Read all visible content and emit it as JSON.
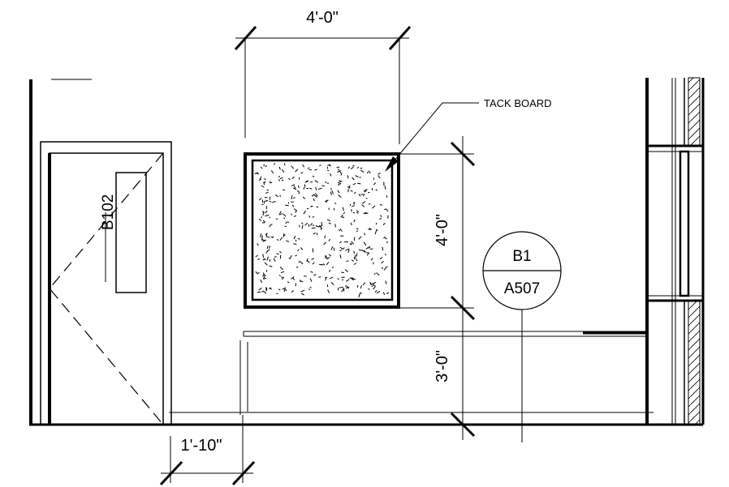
{
  "dimensions": {
    "tack_board_width": "4'-0\"",
    "tack_board_height": "4'-0\"",
    "counter_height": "3'-0\"",
    "door_offset": "1'-10\""
  },
  "callouts": {
    "tack_board": "TACK BOARD"
  },
  "door": {
    "tag": "B102"
  },
  "elevation_marker": {
    "detail": "B1",
    "sheet": "A507"
  }
}
